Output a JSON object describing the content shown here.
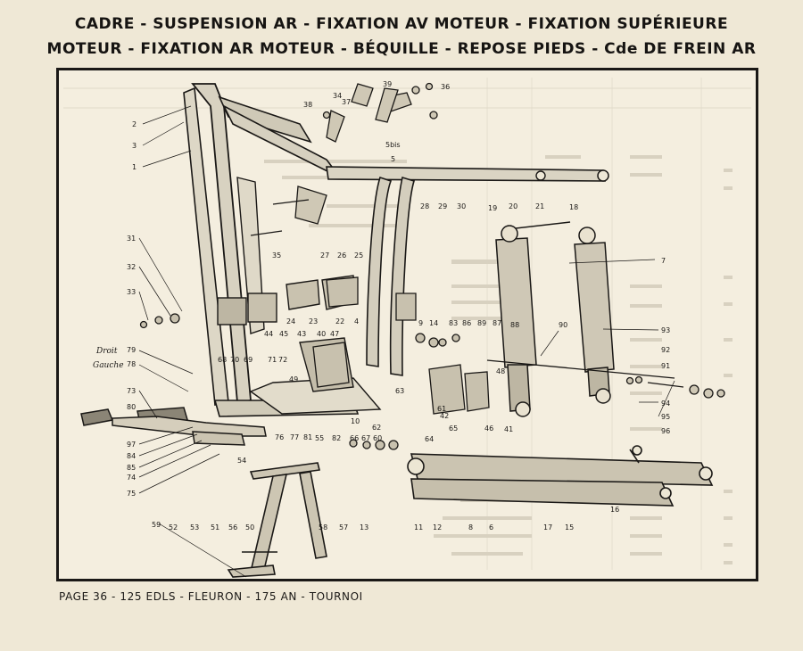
{
  "header": {
    "title_line1": "CADRE - SUSPENSION AR - FIXATION AV MOTEUR - FIXATION SUPÉRIEURE",
    "title_line2": "MOTEUR - FIXATION AR MOTEUR - BÉQUILLE - REPOSE PIEDS - Cde DE FREIN AR"
  },
  "diagram": {
    "callouts": [
      "1",
      "2",
      "3",
      "4",
      "5",
      "6",
      "7",
      "8",
      "9",
      "10",
      "11",
      "12",
      "13",
      "14",
      "15",
      "16",
      "17",
      "18",
      "19",
      "20",
      "21",
      "22",
      "23",
      "24",
      "25",
      "26",
      "27",
      "28",
      "29",
      "30",
      "31",
      "32",
      "33",
      "34",
      "35",
      "36",
      "37",
      "38",
      "39",
      "40",
      "41",
      "42",
      "43",
      "44",
      "45",
      "46",
      "47",
      "48",
      "49",
      "50",
      "51",
      "52",
      "53",
      "54",
      "55",
      "56",
      "57",
      "58",
      "59",
      "60",
      "61",
      "62",
      "63",
      "64",
      "65",
      "66",
      "67",
      "68",
      "69",
      "70",
      "71",
      "72",
      "73",
      "74",
      "75",
      "76",
      "77",
      "78",
      "79",
      "80",
      "81",
      "82",
      "83",
      "84",
      "85",
      "86",
      "87",
      "88",
      "89",
      "90",
      "91",
      "92",
      "93",
      "94",
      "95",
      "96",
      "97",
      "5bis"
    ],
    "side_labels": {
      "droit": "Droit",
      "gauche": "Gauche"
    }
  },
  "footer": {
    "text": "PAGE 36 - 125 EDLS - FLEURON - 175 AN - TOURNOI"
  }
}
